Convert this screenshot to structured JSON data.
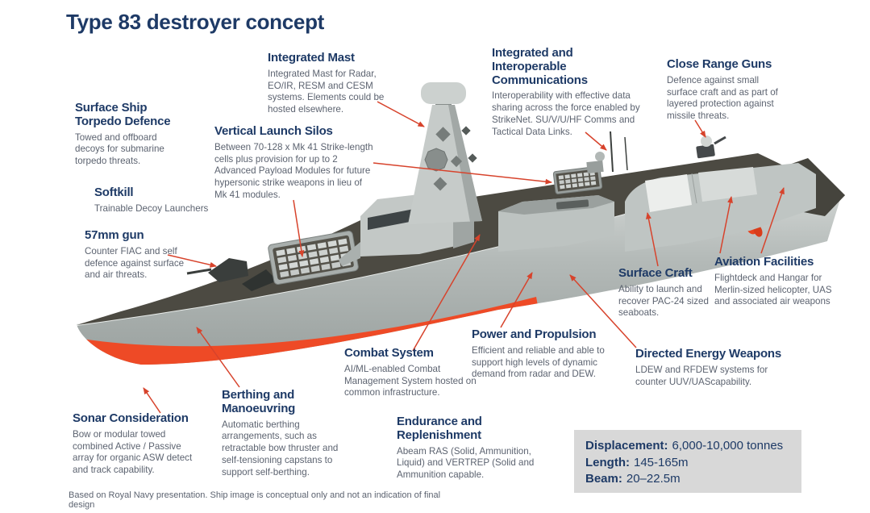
{
  "title": "Type 83 destroyer concept",
  "footer": "Based on Royal Navy presentation. Ship image is conceptual only and not an indication of final design",
  "colors": {
    "heading_navy": "#1e3a66",
    "body_text": "#5c6370",
    "leader_arrow": "#d7432c",
    "hull_gray": "#b4bab8",
    "deck_dark": "#4c4a42",
    "underwater_hull_orange": "#ee4a26",
    "specs_panel_bg": "#d8d8d8"
  },
  "callouts": [
    {
      "id": "integrated-mast",
      "title": "Integrated Mast",
      "body": "Integrated Mast for Radar, EO/IR, RESM and CESM systems. Elements could be hosted elsewhere."
    },
    {
      "id": "communications",
      "title": "Integrated and Interoperable Communications",
      "body": "Interoperability with effective data sharing across the force enabled by StrikeNet. SU/V/U/HF Comms and Tactical Data Links."
    },
    {
      "id": "close-range-guns",
      "title": "Close Range Guns",
      "body": "Defence against small surface craft and as part of layered protection against missile threats."
    },
    {
      "id": "torpedo-defence",
      "title": "Surface Ship Torpedo Defence",
      "body": "Towed and offboard decoys for submarine torpedo threats."
    },
    {
      "id": "vertical-launch-silos",
      "title": "Vertical Launch Silos",
      "body": "Between 70-128 x Mk 41 Strike-length cells plus provision for up to 2 Advanced Payload Modules for future hypersonic strike weapons in lieu of Mk 41 modules."
    },
    {
      "id": "softkill",
      "title": "Softkill",
      "body": "Trainable Decoy Launchers"
    },
    {
      "id": "57mm-gun",
      "title": "57mm gun",
      "body": "Counter FIAC and self defence against surface and air threats."
    },
    {
      "id": "surface-craft",
      "title": "Surface Craft",
      "body": "Ability to launch and recover PAC-24 sized seaboats."
    },
    {
      "id": "aviation-facilities",
      "title": "Aviation Facilities",
      "body": "Flightdeck and Hangar for Merlin-sized helicopter, UAS and associated air weapons"
    },
    {
      "id": "combat-system",
      "title": "Combat System",
      "body": "AI/ML-enabled Combat Management System hosted on common infrastructure."
    },
    {
      "id": "power-propulsion",
      "title": "Power and Propulsion",
      "body": "Efficient and reliable and able to support high levels of dynamic demand from radar and DEW."
    },
    {
      "id": "directed-energy-weapons",
      "title": "Directed Energy Weapons",
      "body": "LDEW and RFDEW systems for counter UUV/UAScapability."
    },
    {
      "id": "berthing-manoeuvring",
      "title": "Berthing and Manoeuvring",
      "body": "Automatic berthing arrangements, such as retractable bow thruster and self-tensioning capstans to support self-berthing."
    },
    {
      "id": "sonar-consideration",
      "title": "Sonar Consideration",
      "body": "Bow or modular towed combined Active / Passive array for organic ASW detect and track capability."
    },
    {
      "id": "endurance-replenishment",
      "title": "Endurance and Replenishment",
      "body": "Abeam RAS (Solid, Ammunition, Liquid) and VERTREP (Solid and Ammunition capable."
    }
  ],
  "specs": {
    "items": [
      {
        "label": "Displacement:",
        "value": "6,000-10,000 tonnes"
      },
      {
        "label": "Length:",
        "value": "145-165m"
      },
      {
        "label": "Beam:",
        "value": "20–22.5m"
      }
    ]
  }
}
